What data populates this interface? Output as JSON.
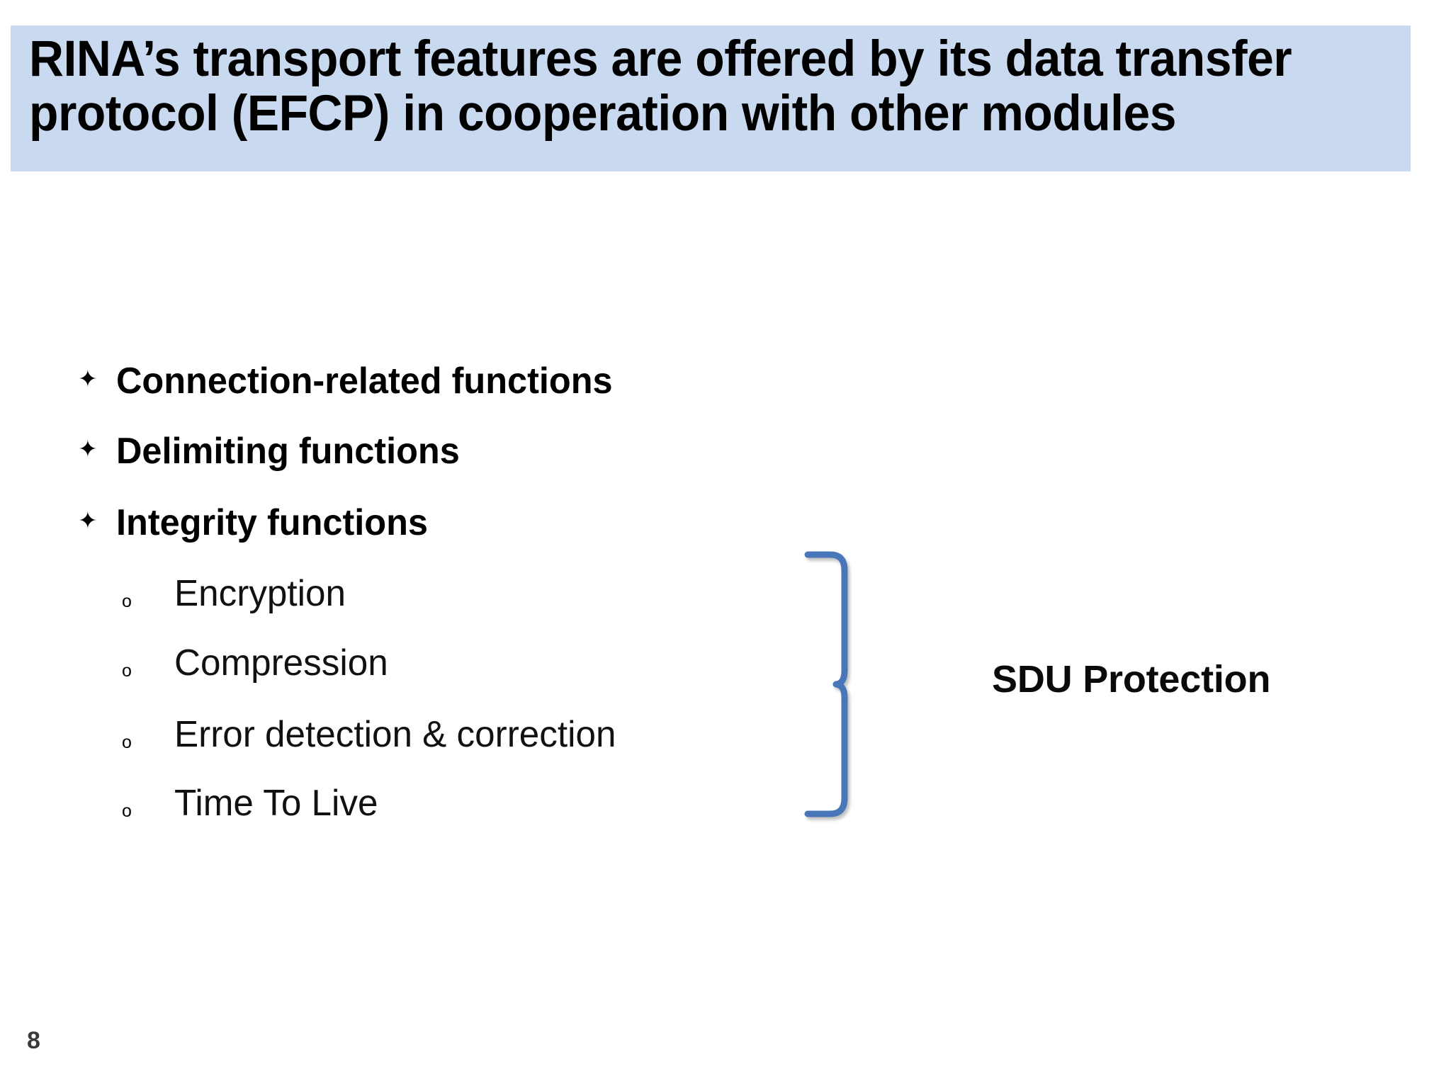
{
  "slide": {
    "page_number": "8",
    "background_color": "#ffffff"
  },
  "title": {
    "text": "RINA’s transport features are offered by its data transfer protocol (EFCP) in cooperation with other modules",
    "banner_color": "#c9d9f0",
    "text_color": "#000000"
  },
  "bullets": {
    "level1_marker": "✦",
    "level2_marker": "o",
    "items": [
      {
        "label": "Connection-related functions",
        "level": 1
      },
      {
        "label": "Delimiting functions",
        "level": 1
      },
      {
        "label": "Integrity functions",
        "level": 1
      },
      {
        "label": "Encryption",
        "level": 2
      },
      {
        "label": "Compression",
        "level": 2
      },
      {
        "label": "Error detection & correction",
        "level": 2
      },
      {
        "label": "Time To Live",
        "level": 2
      }
    ]
  },
  "callout": {
    "label": "SDU Protection",
    "brace_color": "#4a76b8",
    "brace_shape": "right-curly-brace"
  }
}
